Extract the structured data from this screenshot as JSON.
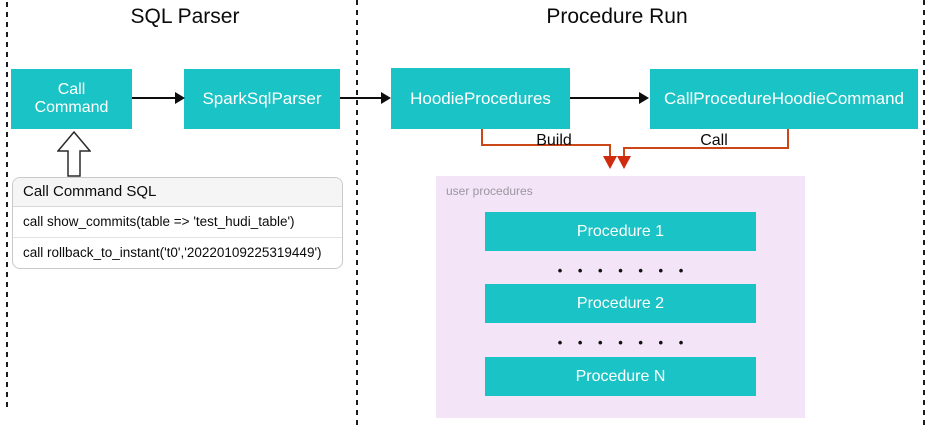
{
  "diagram": {
    "sections": [
      {
        "title": "SQL Parser"
      },
      {
        "title": "Procedure Run"
      }
    ],
    "nodes": {
      "call_command": "Call Command",
      "spark_sql_parser": "SparkSqlParser",
      "hoodie_procedures": "HoodieProcedures",
      "call_procedure_hoodie_command": "CallProcedureHoodieCommand"
    },
    "edge_labels": {
      "build": "Build",
      "call": "Call"
    },
    "sql_table": {
      "header": "Call Command SQL",
      "rows": [
        "call show_commits(table => 'test_hudi_table')",
        "call rollback_to_instant('t0','20220109225319449')"
      ]
    },
    "user_procedures": {
      "label": "user procedures",
      "items": [
        "Procedure 1",
        "Procedure 2",
        "Procedure N"
      ],
      "dots": "• • • • • • •"
    },
    "colors": {
      "node_teal": "#1ac3c5",
      "connector_orange": "#cb4718",
      "arrowhead_red": "#cf2b0e",
      "user_procedures_bg": "#f4e4f7"
    }
  }
}
